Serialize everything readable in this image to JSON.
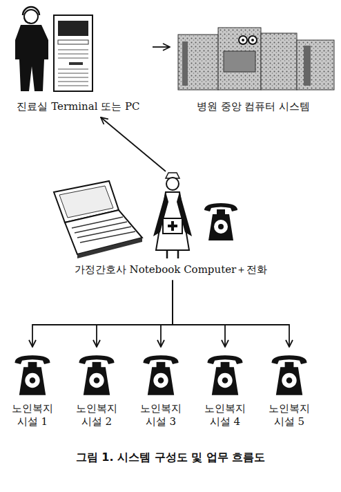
{
  "diagram": {
    "caption": "그림 1. 시스템 구성도 및 업무 흐름도",
    "nodes": [
      {
        "text": [
          "진료실 Terminal 또는 PC"
        ]
      },
      {
        "text": [
          "병원 중앙 컴퓨터 시스템"
        ]
      },
      {
        "text": [
          "가정간호사 Notebook Computer＋전화"
        ]
      },
      {
        "text": [
          "노인복지 시설 1"
        ]
      },
      {
        "text": [
          "노인복지 시설 2"
        ]
      },
      {
        "text": [
          "노인복지 시설 3"
        ]
      },
      {
        "text": [
          "노인복지 시설 4"
        ]
      },
      {
        "text": [
          "노인복지 시설 5"
        ]
      }
    ],
    "edges": [
      {
        "from": 0,
        "to": 1,
        "arrow": "to"
      },
      {
        "from": 2,
        "to": 0,
        "arrow": "to"
      },
      {
        "from": 2,
        "to": 3,
        "arrow": "to"
      },
      {
        "from": 2,
        "to": 4,
        "arrow": "to"
      },
      {
        "from": 2,
        "to": 5,
        "arrow": "to"
      },
      {
        "from": 2,
        "to": 6,
        "arrow": "to"
      },
      {
        "from": 2,
        "to": 7,
        "arrow": "to"
      }
    ]
  }
}
